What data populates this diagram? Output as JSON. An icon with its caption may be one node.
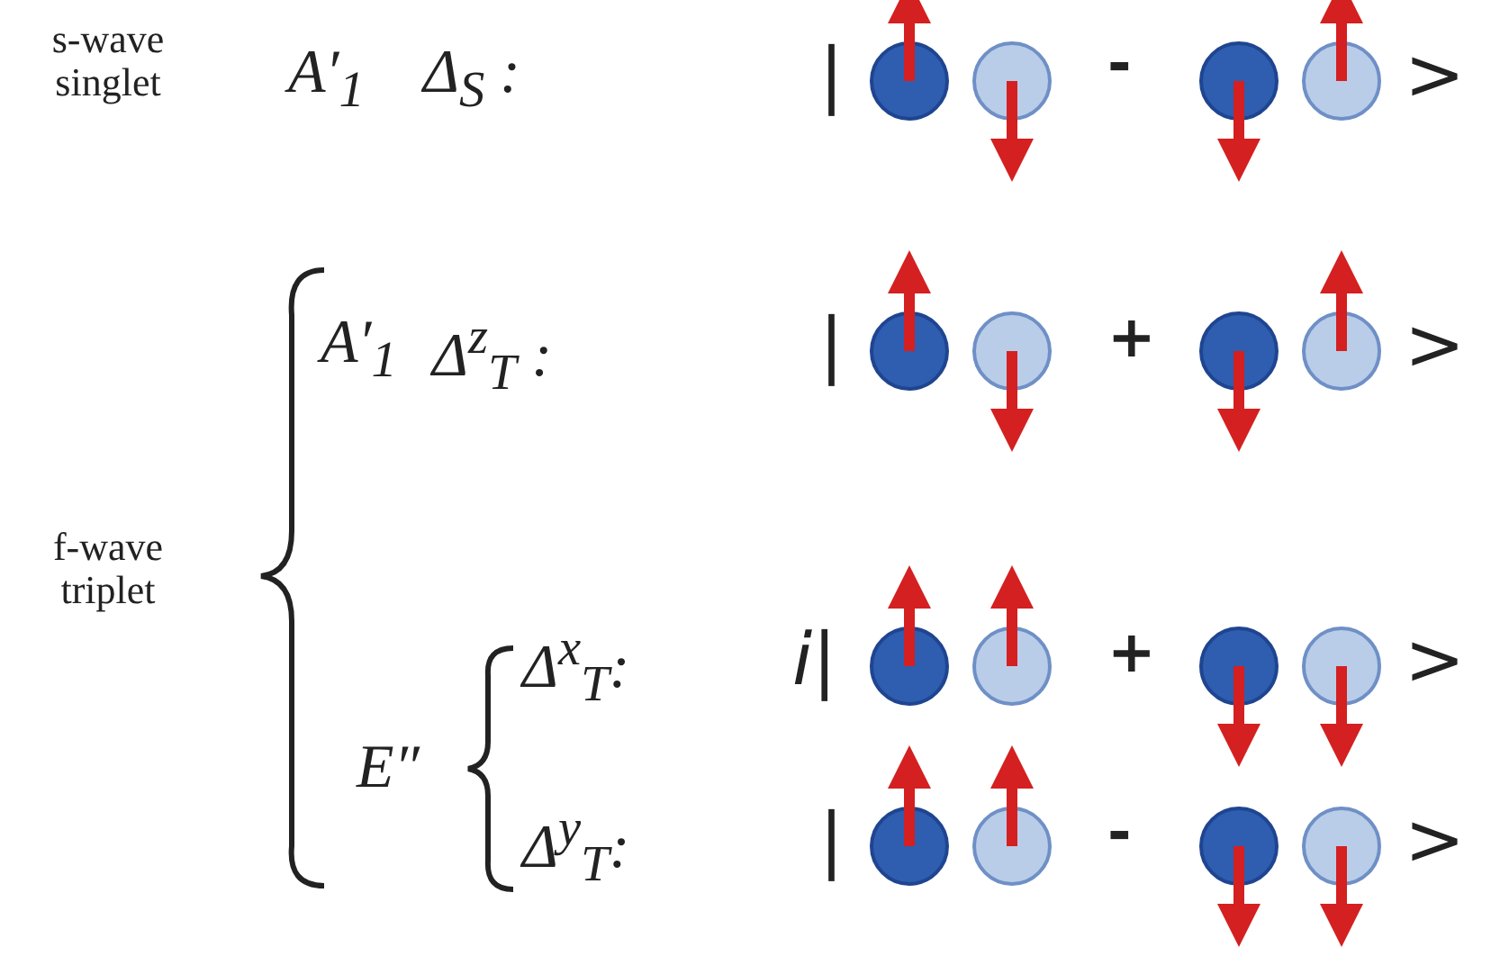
{
  "diagram": {
    "labels": [
      "s-wave singlet",
      "A′$_{1}$",
      "Δ$_{S}$ :",
      "|",
      "-",
      ">",
      "A′$_{1}$",
      "Δ$^{z}$$_{T}$ :",
      "|",
      "+",
      ">",
      "f-wave triplet",
      "E″",
      "Δ$^{x}$$_{T}$:",
      "*i*|",
      "+",
      ">",
      "Δ$^{y}$$_{T}$:",
      "|",
      "-",
      ">"
    ]
  }
}
